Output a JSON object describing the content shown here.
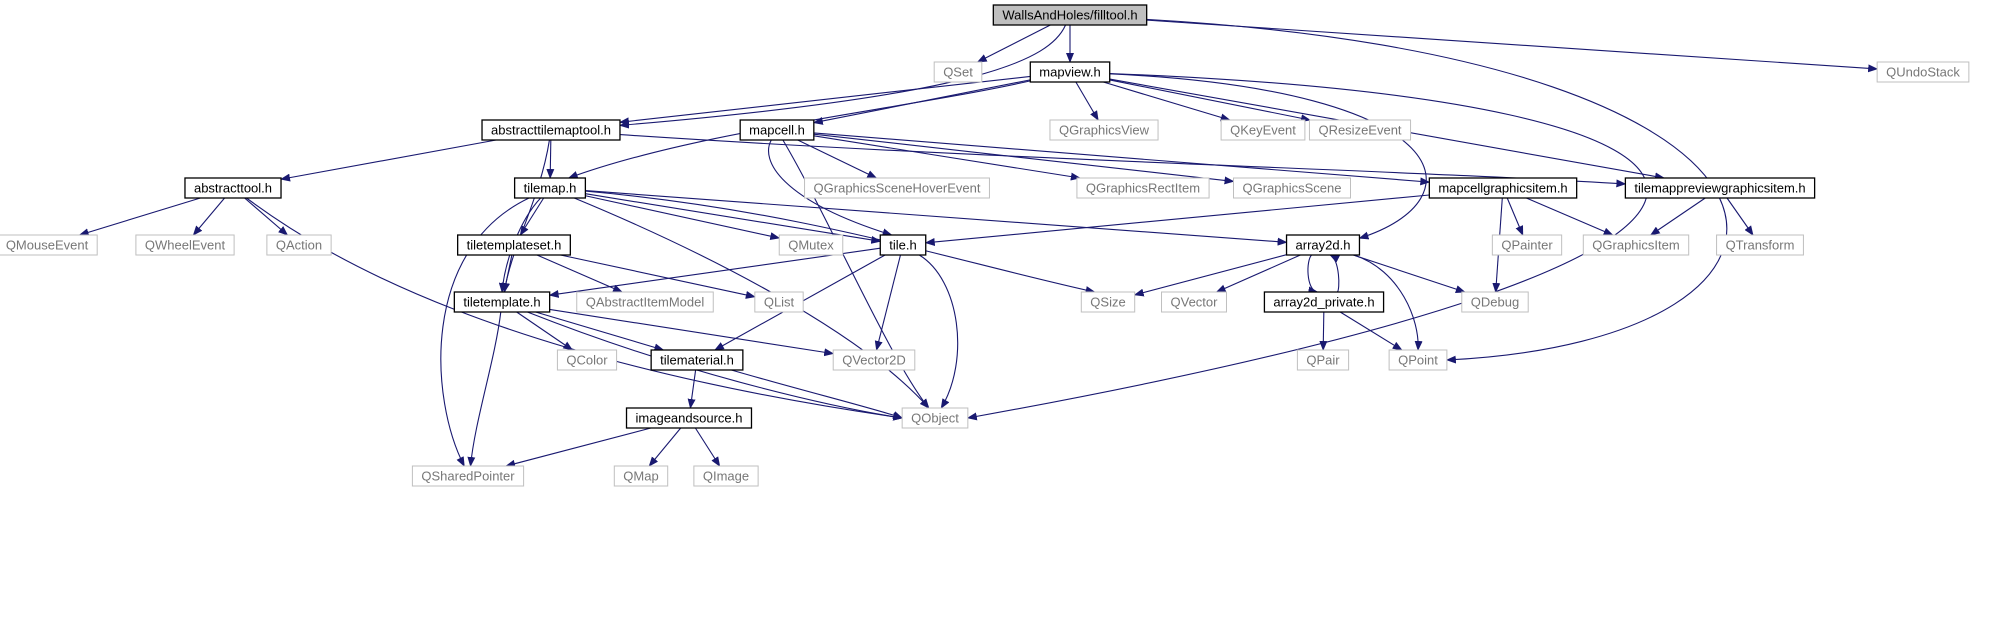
{
  "root": "WallsAndHoles/filltool.h",
  "nodes": [
    {
      "id": "filltool",
      "label": "WallsAndHoles/filltool.h",
      "kind": "root"
    },
    {
      "id": "QSet",
      "label": "QSet",
      "kind": "external"
    },
    {
      "id": "mapview",
      "label": "mapview.h",
      "kind": "documented"
    },
    {
      "id": "QUndoStack",
      "label": "QUndoStack",
      "kind": "external"
    },
    {
      "id": "abstracttilemaptool",
      "label": "abstracttilemaptool.h",
      "kind": "documented"
    },
    {
      "id": "mapcell",
      "label": "mapcell.h",
      "kind": "documented"
    },
    {
      "id": "QGraphicsView",
      "label": "QGraphicsView",
      "kind": "external"
    },
    {
      "id": "QKeyEvent",
      "label": "QKeyEvent",
      "kind": "external"
    },
    {
      "id": "QResizeEvent",
      "label": "QResizeEvent",
      "kind": "external"
    },
    {
      "id": "abstracttool",
      "label": "abstracttool.h",
      "kind": "documented"
    },
    {
      "id": "tilemap",
      "label": "tilemap.h",
      "kind": "documented"
    },
    {
      "id": "QGraphicsSceneHoverEvent",
      "label": "QGraphicsSceneHoverEvent",
      "kind": "external"
    },
    {
      "id": "QGraphicsRectItem",
      "label": "QGraphicsRectItem",
      "kind": "external"
    },
    {
      "id": "QGraphicsScene",
      "label": "QGraphicsScene",
      "kind": "external"
    },
    {
      "id": "mapcellgraphicsitem",
      "label": "mapcellgraphicsitem.h",
      "kind": "documented"
    },
    {
      "id": "tilemappreviewgraphicsitem",
      "label": "tilemappreviewgraphicsitem.h",
      "kind": "documented"
    },
    {
      "id": "QMouseEvent",
      "label": "QMouseEvent",
      "kind": "external"
    },
    {
      "id": "QWheelEvent",
      "label": "QWheelEvent",
      "kind": "external"
    },
    {
      "id": "QAction",
      "label": "QAction",
      "kind": "external"
    },
    {
      "id": "tiletemplateset",
      "label": "tiletemplateset.h",
      "kind": "documented"
    },
    {
      "id": "QMutex",
      "label": "QMutex",
      "kind": "external"
    },
    {
      "id": "tile",
      "label": "tile.h",
      "kind": "documented"
    },
    {
      "id": "array2d",
      "label": "array2d.h",
      "kind": "documented"
    },
    {
      "id": "QPainter",
      "label": "QPainter",
      "kind": "external"
    },
    {
      "id": "QGraphicsItem",
      "label": "QGraphicsItem",
      "kind": "external"
    },
    {
      "id": "QTransform",
      "label": "QTransform",
      "kind": "external"
    },
    {
      "id": "tiletemplate",
      "label": "tiletemplate.h",
      "kind": "documented"
    },
    {
      "id": "QAbstractItemModel",
      "label": "QAbstractItemModel",
      "kind": "external"
    },
    {
      "id": "QList",
      "label": "QList",
      "kind": "external"
    },
    {
      "id": "QSize",
      "label": "QSize",
      "kind": "external"
    },
    {
      "id": "QVector",
      "label": "QVector",
      "kind": "external"
    },
    {
      "id": "array2d_private",
      "label": "array2d_private.h",
      "kind": "documented"
    },
    {
      "id": "QDebug",
      "label": "QDebug",
      "kind": "external"
    },
    {
      "id": "QColor",
      "label": "QColor",
      "kind": "external"
    },
    {
      "id": "tilematerial",
      "label": "tilematerial.h",
      "kind": "documented"
    },
    {
      "id": "QVector2D",
      "label": "QVector2D",
      "kind": "external"
    },
    {
      "id": "QPair",
      "label": "QPair",
      "kind": "external"
    },
    {
      "id": "QPoint",
      "label": "QPoint",
      "kind": "external"
    },
    {
      "id": "imageandsource",
      "label": "imageandsource.h",
      "kind": "documented"
    },
    {
      "id": "QObject",
      "label": "QObject",
      "kind": "external"
    },
    {
      "id": "QSharedPointer",
      "label": "QSharedPointer",
      "kind": "external"
    },
    {
      "id": "QMap",
      "label": "QMap",
      "kind": "external"
    },
    {
      "id": "QImage",
      "label": "QImage",
      "kind": "external"
    }
  ],
  "edges": [
    [
      "filltool",
      "QSet"
    ],
    [
      "filltool",
      "mapview"
    ],
    [
      "filltool",
      "QUndoStack"
    ],
    [
      "filltool",
      "abstracttilemaptool"
    ],
    [
      "filltool",
      "QPoint"
    ],
    [
      "mapview",
      "abstracttilemaptool"
    ],
    [
      "mapview",
      "mapcell"
    ],
    [
      "mapview",
      "QGraphicsView"
    ],
    [
      "mapview",
      "QKeyEvent"
    ],
    [
      "mapview",
      "QResizeEvent"
    ],
    [
      "mapview",
      "tilemap"
    ],
    [
      "mapview",
      "array2d"
    ],
    [
      "mapview",
      "tilemappreviewgraphicsitem"
    ],
    [
      "mapview",
      "QObject"
    ],
    [
      "abstracttilemaptool",
      "abstracttool"
    ],
    [
      "abstracttilemaptool",
      "tilemap"
    ],
    [
      "abstracttilemaptool",
      "tiletemplate"
    ],
    [
      "abstracttilemaptool",
      "tilemappreviewgraphicsitem"
    ],
    [
      "abstracttool",
      "QMouseEvent"
    ],
    [
      "abstracttool",
      "QWheelEvent"
    ],
    [
      "abstracttool",
      "QAction"
    ],
    [
      "abstracttool",
      "QObject"
    ],
    [
      "mapcell",
      "QGraphicsSceneHoverEvent"
    ],
    [
      "mapcell",
      "QGraphicsRectItem"
    ],
    [
      "mapcell",
      "QGraphicsScene"
    ],
    [
      "mapcell",
      "mapcellgraphicsitem"
    ],
    [
      "mapcell",
      "tile"
    ],
    [
      "mapcell",
      "QObject"
    ],
    [
      "tilemap",
      "tiletemplateset"
    ],
    [
      "tilemap",
      "QMutex"
    ],
    [
      "tilemap",
      "tile"
    ],
    [
      "tilemap",
      "array2d"
    ],
    [
      "tilemap",
      "QSize"
    ],
    [
      "tilemap",
      "tiletemplate"
    ],
    [
      "tilemap",
      "QSharedPointer"
    ],
    [
      "tilemap",
      "QObject"
    ],
    [
      "mapcellgraphicsitem",
      "tile"
    ],
    [
      "mapcellgraphicsitem",
      "QPainter"
    ],
    [
      "mapcellgraphicsitem",
      "QGraphicsItem"
    ],
    [
      "mapcellgraphicsitem",
      "QDebug"
    ],
    [
      "tilemappreviewgraphicsitem",
      "QGraphicsItem"
    ],
    [
      "tilemappreviewgraphicsitem",
      "QTransform"
    ],
    [
      "tiletemplateset",
      "tiletemplate"
    ],
    [
      "tiletemplateset",
      "QAbstractItemModel"
    ],
    [
      "tiletemplateset",
      "QList"
    ],
    [
      "tile",
      "tiletemplate"
    ],
    [
      "tile",
      "tilematerial"
    ],
    [
      "tile",
      "QVector2D"
    ],
    [
      "tile",
      "QObject"
    ],
    [
      "array2d",
      "QSize"
    ],
    [
      "array2d",
      "QVector"
    ],
    [
      "array2d",
      "array2d_private"
    ],
    [
      "array2d",
      "QDebug"
    ],
    [
      "array2d",
      "QPoint"
    ],
    [
      "array2d_private",
      "array2d"
    ],
    [
      "array2d_private",
      "QPair"
    ],
    [
      "array2d_private",
      "QPoint"
    ],
    [
      "tiletemplate",
      "QColor"
    ],
    [
      "tiletemplate",
      "tilematerial"
    ],
    [
      "tiletemplate",
      "QVector2D"
    ],
    [
      "tiletemplate",
      "QObject"
    ],
    [
      "tiletemplate",
      "QSharedPointer"
    ],
    [
      "tilematerial",
      "imageandsource"
    ],
    [
      "tilematerial",
      "QObject"
    ],
    [
      "imageandsource",
      "QSharedPointer"
    ],
    [
      "imageandsource",
      "QMap"
    ],
    [
      "imageandsource",
      "QImage"
    ]
  ],
  "colors": {
    "edge": "#191970",
    "root_fill": "#bfbfbf",
    "documented_border": "#000000",
    "external_border": "#bfbfbf",
    "external_text": "#777777"
  }
}
